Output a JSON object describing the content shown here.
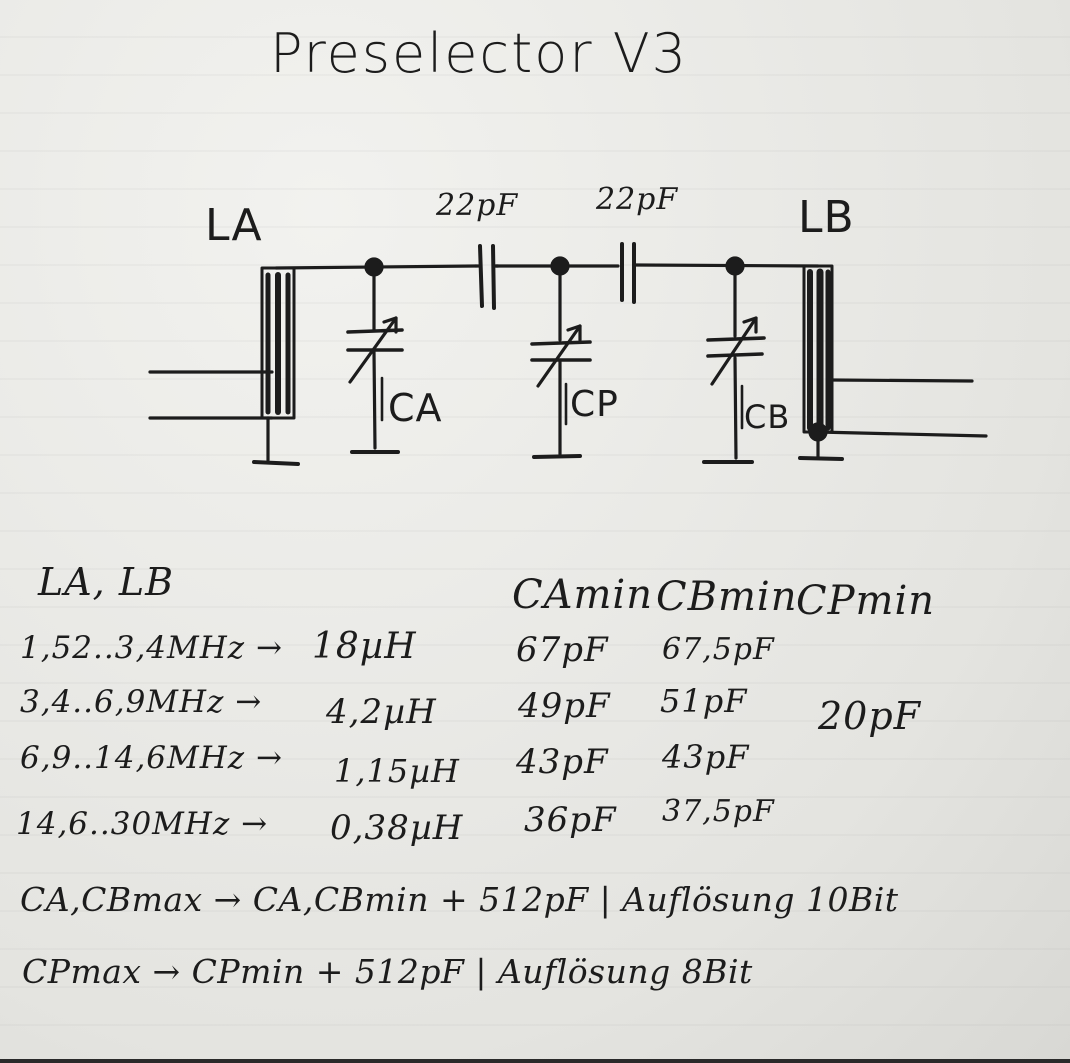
{
  "title": "Preselector V3",
  "schematic": {
    "inductor_left": "LA",
    "inductor_right": "LB",
    "coupling_cap_left": "22pF",
    "coupling_cap_right": "22pF",
    "cap_a": "CA",
    "cap_p": "CP",
    "cap_b": "CB"
  },
  "table": {
    "col_inductors": "LA, LB",
    "col_ca": "CAmin",
    "col_cb": "CBmin",
    "col_cp": "CPmin",
    "cp_value": "20pF",
    "rows": [
      {
        "range": "1,52..3,4MHz →",
        "inductance": "18µH",
        "ca": "67pF",
        "cb": "67,5pF"
      },
      {
        "range": "3,4..6,9MHz →",
        "inductance": "4,2µH",
        "ca": "49pF",
        "cb": "51pF"
      },
      {
        "range": "6,9..14,6MHz →",
        "inductance": "1,15µH",
        "ca": "43pF",
        "cb": "43pF"
      },
      {
        "range": "14,6..30MHz →",
        "inductance": "0,38µH",
        "ca": "36pF",
        "cb": "37,5pF"
      }
    ]
  },
  "notes": [
    "CA,CBmax → CA,CBmin + 512pF | Auflösung 10Bit",
    "CPmax → CPmin + 512pF | Auflösung 8Bit"
  ]
}
